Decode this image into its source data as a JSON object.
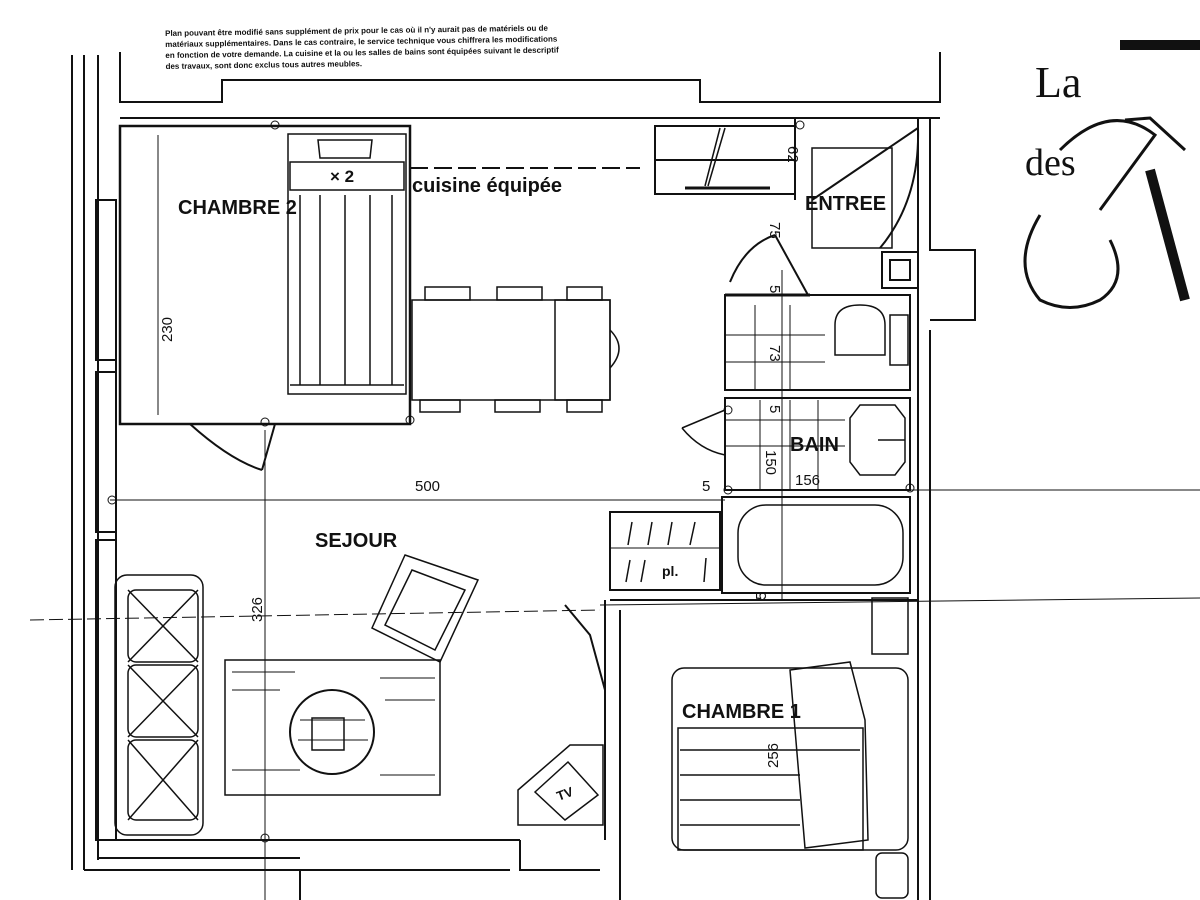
{
  "notice": {
    "lines": [
      "Plan pouvant être modifié sans supplément de prix pour le cas où il n'y aurait pas de matériels ou de",
      "matériaux supplémentaires. Dans le cas contraire, le service technique vous chiffrera les modifications",
      "en fonction de votre demande. La cuisine et la ou les salles de bains sont équipées suivant le descriptif",
      "des travaux, sont donc exclus tous autres meubles."
    ]
  },
  "logo": {
    "la": "La",
    "des": "des"
  },
  "rooms": {
    "chambre2": "CHAMBRE 2",
    "cuisine": "cuisine équipée",
    "entree": "ENTREE",
    "bain": "BAIN",
    "sejour": "SEJOUR",
    "chambre1": "CHAMBRE 1"
  },
  "labels": {
    "bed_count": "× 2",
    "placard": "pl.",
    "tv": "TV"
  },
  "dimensions": {
    "d230": "230",
    "d62": "62",
    "d75": "75",
    "d5a": "5",
    "d73": "73",
    "d5b": "5",
    "d150": "150",
    "d156": "156",
    "d500": "500",
    "d5c": "5",
    "d326": "326",
    "d5d": "5",
    "d256": "256"
  }
}
